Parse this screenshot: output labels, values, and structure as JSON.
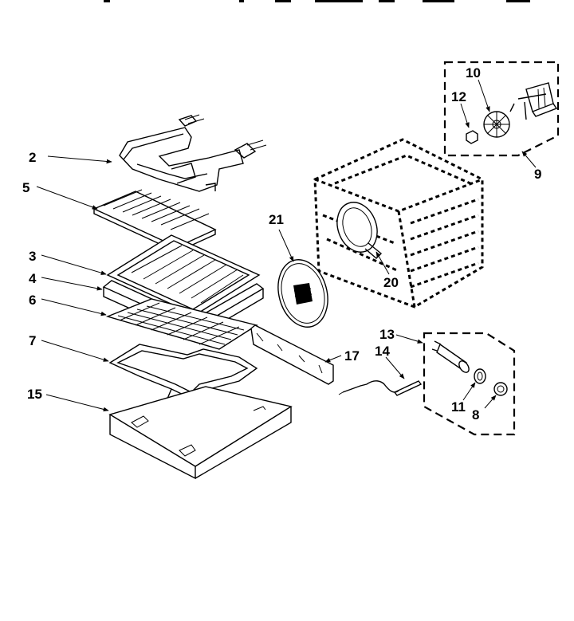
{
  "diagram": {
    "labels": {
      "l2": "2",
      "l5": "5",
      "l3": "3",
      "l4": "4",
      "l6": "6",
      "l7": "7",
      "l15": "15",
      "l17": "17",
      "l14": "14",
      "l13": "13",
      "l11": "11",
      "l8": "8",
      "l21": "21",
      "l20": "20",
      "l10": "10",
      "l12": "12",
      "l9": "9"
    }
  }
}
